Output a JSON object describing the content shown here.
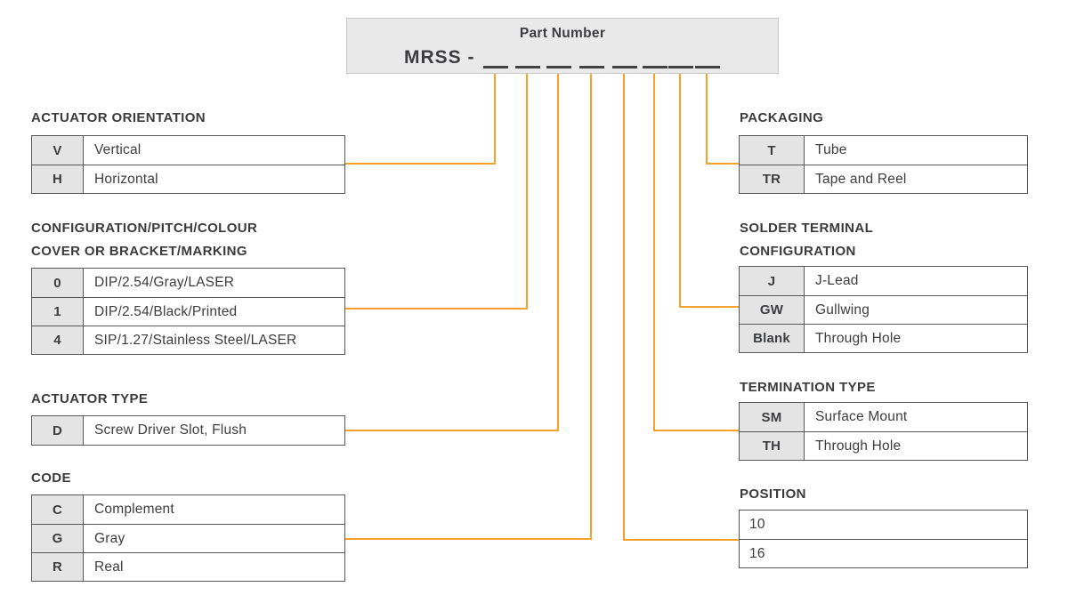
{
  "header": {
    "title": "Part Number",
    "prefix": "MRSS -"
  },
  "colors": {
    "connector_orange": "#F5A12B",
    "table_border": "#55575B",
    "code_cell_fill": "#E4E4E4",
    "header_box_fill": "#E9E9E9",
    "header_box_border": "#C7C7C7",
    "text_dark": "#3C3D40"
  },
  "sections": {
    "actuator_orientation": {
      "heading": "ACTUATOR ORIENTATION",
      "rows": [
        {
          "code": "V",
          "label": "Vertical"
        },
        {
          "code": "H",
          "label": "Horizontal"
        }
      ]
    },
    "configuration": {
      "heading_line1": "CONFIGURATION/PITCH/COLOUR",
      "heading_line2": "COVER OR BRACKET/MARKING",
      "rows": [
        {
          "code": "0",
          "label": "DIP/2.54/Gray/LASER"
        },
        {
          "code": "1",
          "label": "DIP/2.54/Black/Printed"
        },
        {
          "code": "4",
          "label": "SIP/1.27/Stainless Steel/LASER"
        }
      ]
    },
    "actuator_type": {
      "heading": "ACTUATOR TYPE",
      "rows": [
        {
          "code": "D",
          "label": "Screw Driver Slot, Flush"
        }
      ]
    },
    "code": {
      "heading": "CODE",
      "rows": [
        {
          "code": "C",
          "label": "Complement"
        },
        {
          "code": "G",
          "label": "Gray"
        },
        {
          "code": "R",
          "label": "Real"
        }
      ]
    },
    "packaging": {
      "heading": "PACKAGING",
      "rows": [
        {
          "code": "T",
          "label": "Tube"
        },
        {
          "code": "TR",
          "label": "Tape and Reel"
        }
      ]
    },
    "solder_terminal": {
      "heading_line1": "SOLDER TERMINAL",
      "heading_line2": "CONFIGURATION",
      "rows": [
        {
          "code": "J",
          "label": "J-Lead"
        },
        {
          "code": "GW",
          "label": "Gullwing"
        },
        {
          "code": "Blank",
          "label": "Through Hole"
        }
      ]
    },
    "termination_type": {
      "heading": "TERMINATION TYPE",
      "rows": [
        {
          "code": "SM",
          "label": "Surface Mount"
        },
        {
          "code": "TH",
          "label": "Through Hole"
        }
      ]
    },
    "position": {
      "heading": "POSITION",
      "rows": [
        {
          "label": "10"
        },
        {
          "label": "16"
        }
      ]
    }
  }
}
